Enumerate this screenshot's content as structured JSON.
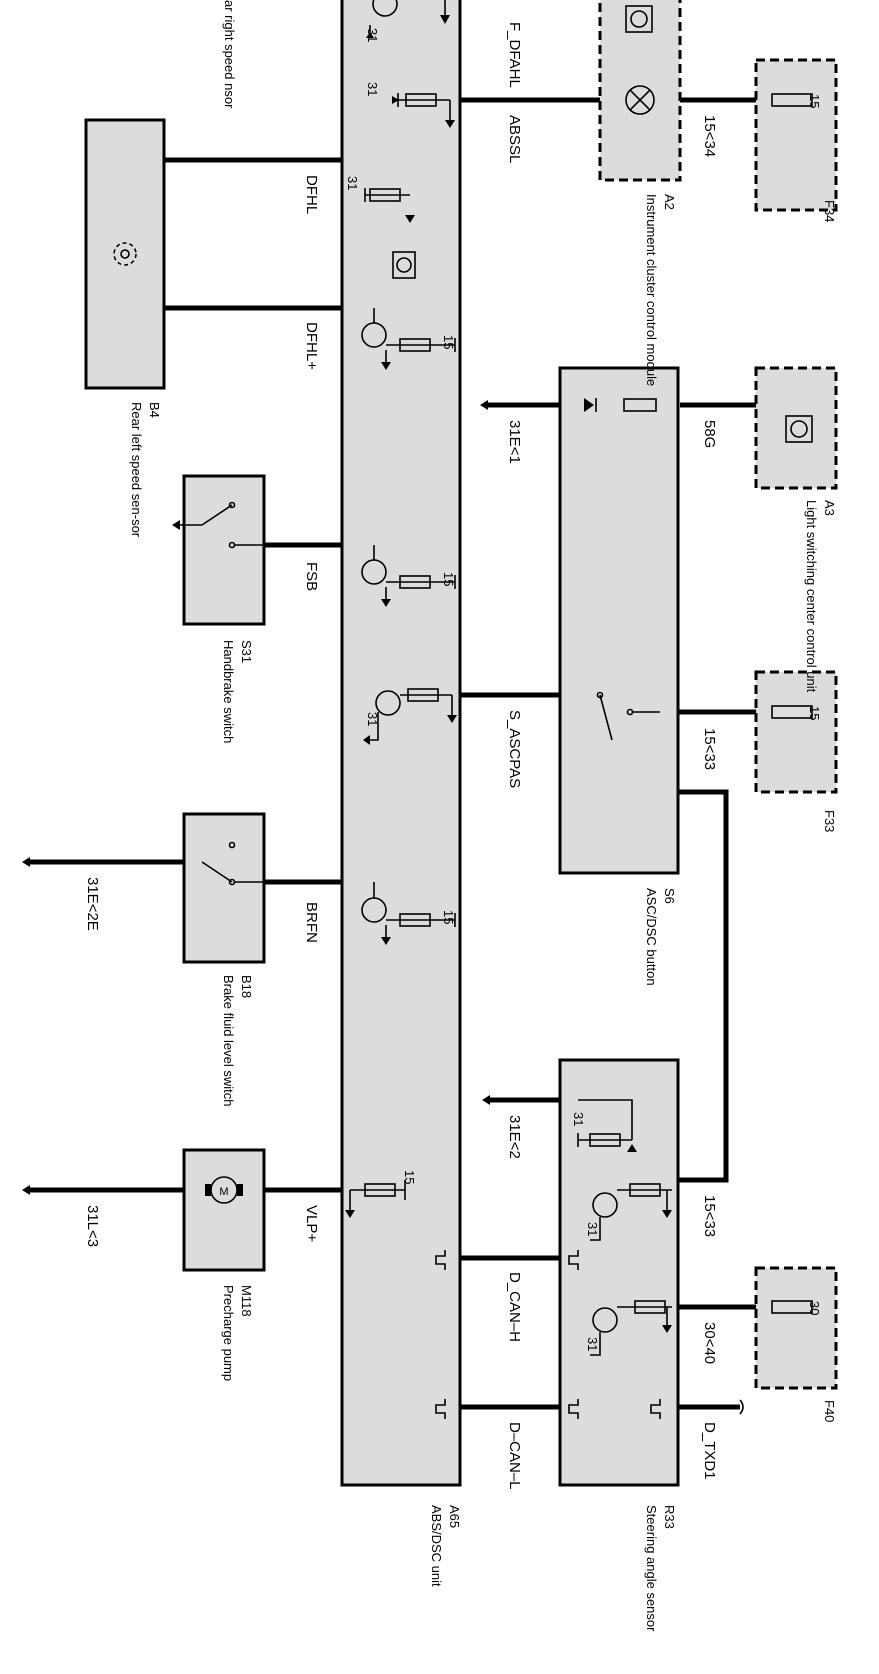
{
  "components": {
    "a65": {
      "id": "A65",
      "name": "ABS/DSC unit"
    },
    "r33": {
      "id": "R33",
      "name": "Steering angle sensor"
    },
    "s6": {
      "id": "S6",
      "name": "ASC/DSC button"
    },
    "a2": {
      "id": "A2",
      "name": "Instrument cluster control module"
    },
    "a3": {
      "id": "A3",
      "name": "Light switching center control unit"
    },
    "b4": {
      "id": "B4",
      "name": "Rear left speed sen-sor"
    },
    "s31": {
      "id": "S31",
      "name": "Handbrake switch"
    },
    "b18": {
      "id": "B18",
      "name": "Brake fluid level switch"
    },
    "m118": {
      "id": "M118",
      "name": "Precharge pump"
    },
    "b5": {
      "name": "ar right speed nsor"
    },
    "f34": {
      "id": "F34"
    },
    "f33": {
      "id": "F33"
    },
    "f40": {
      "id": "F40"
    }
  },
  "signals": {
    "f_dfahl": "F_DFAHL",
    "abssl": "ABSSL",
    "dfhl": "DFHL",
    "dfhl_plus": "DFHL+",
    "fsb": "FSB",
    "s_ascpas": "S_ASCPAS",
    "brfn": "BRFN",
    "vlp_plus": "VLP+",
    "d_can_h": "D_CAN–H",
    "d_can_l": "D–CAN–L",
    "d_txd1": "D_TXD1",
    "t15_34": "15<34",
    "t58g": "58G",
    "t15_33a": "15<33",
    "t15_33b": "15<33",
    "t30_40": "30<40",
    "g31e1": "31E<1",
    "g31e2e": "31E<2E",
    "g31e2": "31E<2",
    "g31l3": "31L<3"
  },
  "pins": {
    "p15": "15",
    "p30": "30",
    "p31": "31"
  }
}
